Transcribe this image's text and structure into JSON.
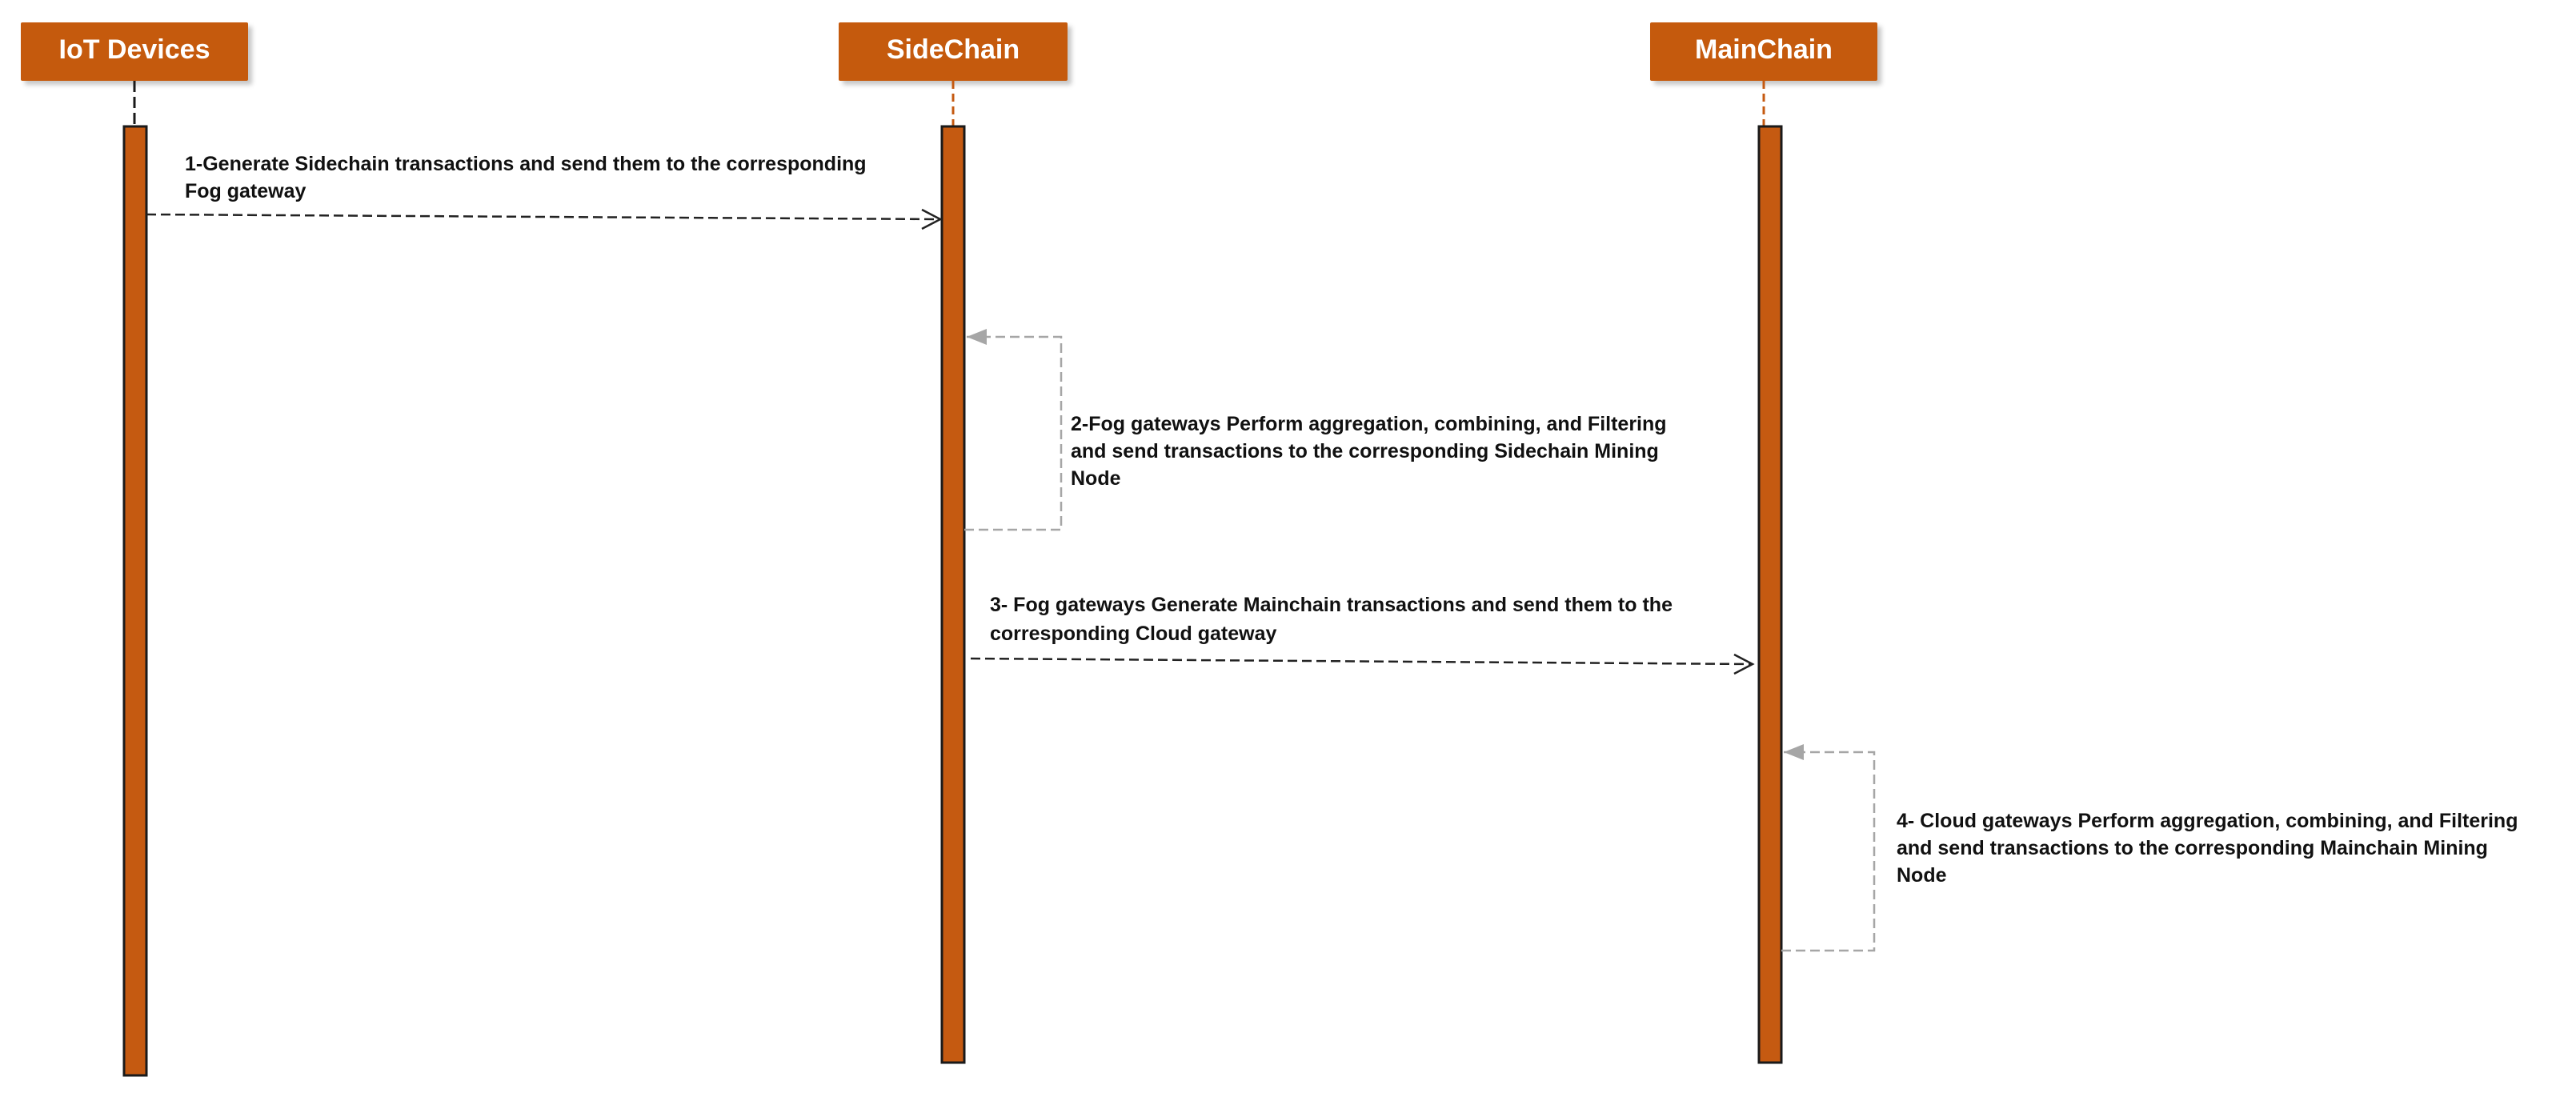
{
  "diagram": {
    "type": "sequence-diagram",
    "colors": {
      "header_fill": "#C55A11",
      "header_text": "#FFFFFF",
      "activation_fill": "#C55A11",
      "activation_border": "#1A1A1A",
      "message_line": "#222222",
      "self_loop_line": "#A6A6A6",
      "text": "#111111"
    },
    "lifelines": [
      {
        "id": "iot",
        "title": "IoT Devices"
      },
      {
        "id": "side",
        "title": "SideChain"
      },
      {
        "id": "main",
        "title": "MainChain"
      }
    ],
    "messages": [
      {
        "id": "m1",
        "kind": "message",
        "from": "iot",
        "to": "side",
        "lines": [
          "1-Generate Sidechain transactions and send them to the corresponding",
          "Fog gateway"
        ]
      },
      {
        "id": "m2",
        "kind": "self",
        "on": "side",
        "lines": [
          " 2-Fog gateways Perform aggregation, combining, and Filtering",
          "and send transactions to the corresponding Sidechain Mining",
          "Node"
        ]
      },
      {
        "id": "m3",
        "kind": "message",
        "from": "side",
        "to": "main",
        "lines": [
          "3- Fog gateways Generate Mainchain transactions and send them to the",
          "corresponding Cloud gateway"
        ]
      },
      {
        "id": "m4",
        "kind": "self",
        "on": "main",
        "lines": [
          "4- Cloud gateways Perform aggregation, combining, and Filtering",
          "and send transactions to the corresponding Mainchain Mining",
          "Node"
        ]
      }
    ]
  }
}
